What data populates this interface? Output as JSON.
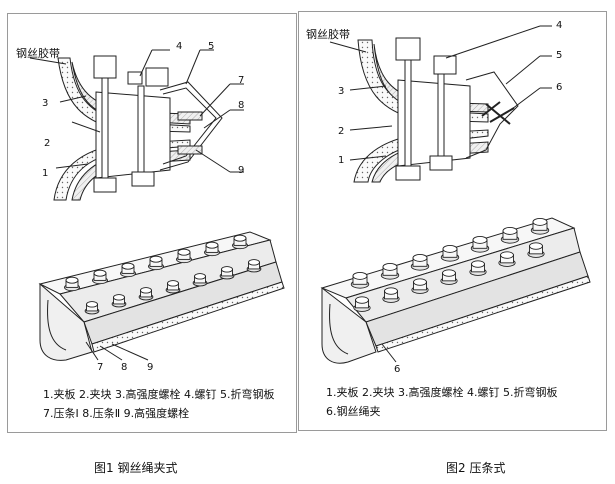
{
  "figure1": {
    "top_labels": {
      "belt": "钢丝胶带",
      "n4": "4",
      "n5": "5",
      "n3": "3",
      "n7": "7",
      "n8": "8",
      "n2": "2",
      "n1": "1",
      "n9": "9"
    },
    "bottom_labels": {
      "n7": "7",
      "n8": "8",
      "n9": "9"
    },
    "legend_line1": "1.夹板 2.夹块 3.高强度螺栓 4.螺钉 5.折弯钢板",
    "legend_line2": "7.压条Ⅰ 8.压条Ⅱ 9.高强度螺栓",
    "caption": "图1 钢丝绳夹式"
  },
  "figure2": {
    "top_labels": {
      "belt": "钢丝胶带",
      "n4": "4",
      "n5": "5",
      "n6": "6",
      "n3": "3",
      "n2": "2",
      "n1": "1"
    },
    "bottom_labels": {
      "n6": "6"
    },
    "legend_line1": "1.夹板 2.夹块 3.高强度螺栓 4.螺钉 5.折弯钢板",
    "legend_line2": "6.钢丝绳夹",
    "caption": "图2 压条式"
  },
  "colors": {
    "line": "#222222",
    "panel_border": "#9a9a9a",
    "belt_fill": "#e8e8e8",
    "body_fill": "#f4f4f4"
  }
}
